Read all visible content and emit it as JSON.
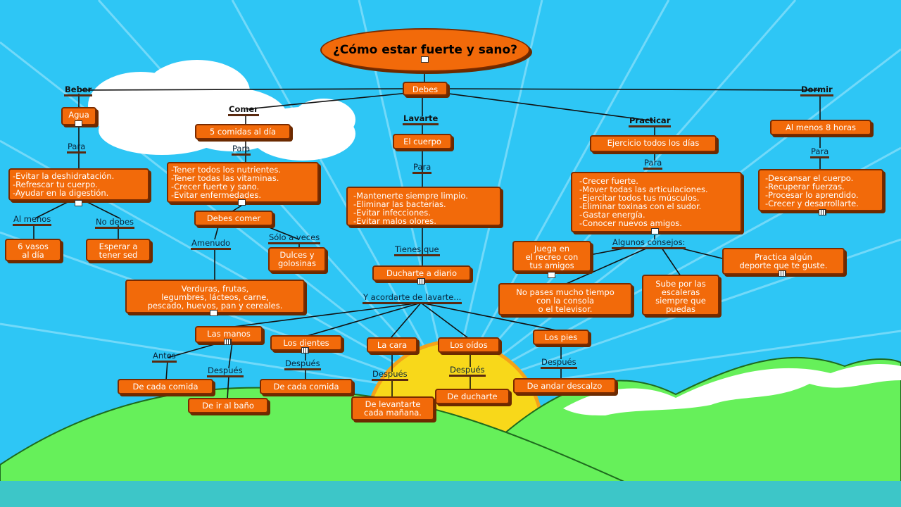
{
  "title": "¿Cómo estar fuerte y sano?",
  "colors": {
    "node": "#f26a0a",
    "sky": "#2ec6f5",
    "grass": "#66f05a",
    "sun": "#f8d81a",
    "water": "#3dc6c8"
  },
  "root_link": "Debes",
  "branches": {
    "beber": {
      "label": "Beber",
      "node": "Agua",
      "para": "Para",
      "reasons": "-Evitar la deshidratación.\n-Refrescar tu cuerpo.\n-Ayudar en la digestión.",
      "al_menos": "Al menos",
      "al_menos_node": "6 vasos\nal día",
      "no_debes": "No debes",
      "no_debes_node": "Esperar a\ntener sed"
    },
    "comer": {
      "label": "Comer",
      "node": "5 comidas al día",
      "para": "Para",
      "reasons": "-Tener todos los nutrientes.\n-Tener todas las vitaminas.\n-Crecer fuerte y sano.\n-Evitar enfermedades.",
      "debes_comer": "Debes comer",
      "amenudo": "Amenudo",
      "amenudo_node": "Verduras, frutas,\nlegumbres, lácteos, carne,\npescado, huevos, pan y cereales.",
      "solo_veces": "Sólo a veces",
      "solo_veces_node": "Dulces y\ngolosinas"
    },
    "lavarte": {
      "label": "Lavarte",
      "node": "El cuerpo",
      "para": "Para",
      "reasons": "-Mantenerte siempre limpio.\n-Eliminar las bacterias.\n-Evitar infecciones.\n-Evitar malos olores.",
      "tienes_que": "Tienes que",
      "ducharte": "Ducharte a diario",
      "acordarte": "Y acordarte de lavarte...",
      "manos": "Las manos",
      "antes": "Antes",
      "antes_node": "De cada comida",
      "despues": "Después",
      "manos_despues_node": "De ir al baño",
      "dientes": "Los dientes",
      "dientes_node": "De cada comida",
      "cara": "La cara",
      "cara_node": "De levantarte\ncada mañana.",
      "oidos": "Los oídos",
      "oidos_node": "De ducharte",
      "pies": "Los pies",
      "pies_node": "De andar descalzo"
    },
    "practicar": {
      "label": "Practicar",
      "node": "Ejercicio todos los días",
      "para": "Para",
      "reasons": "-Crecer fuerte.\n-Mover todas las articulaciones.\n-Ejercitar todos tus músculos.\n-Eliminar toxinas con el sudor.\n-Gastar energía.\n-Conocer nuevos amigos.",
      "consejos": "Algunos consejos:",
      "consejo_1": "Juega en\nel recreo con\ntus amigos",
      "consejo_2": "No pases mucho tiempo\ncon la consola\no el televisor.",
      "consejo_3": "Sube por las\nescaleras\nsiempre que\npuedas",
      "consejo_4": "Practica algún\ndeporte que te guste."
    },
    "dormir": {
      "label": "Dormir",
      "node": "Al menos 8 horas",
      "para": "Para",
      "reasons": "-Descansar el cuerpo.\n-Recuperar fuerzas.\n-Procesar lo aprendido.\n-Crecer y desarrollarte."
    }
  }
}
